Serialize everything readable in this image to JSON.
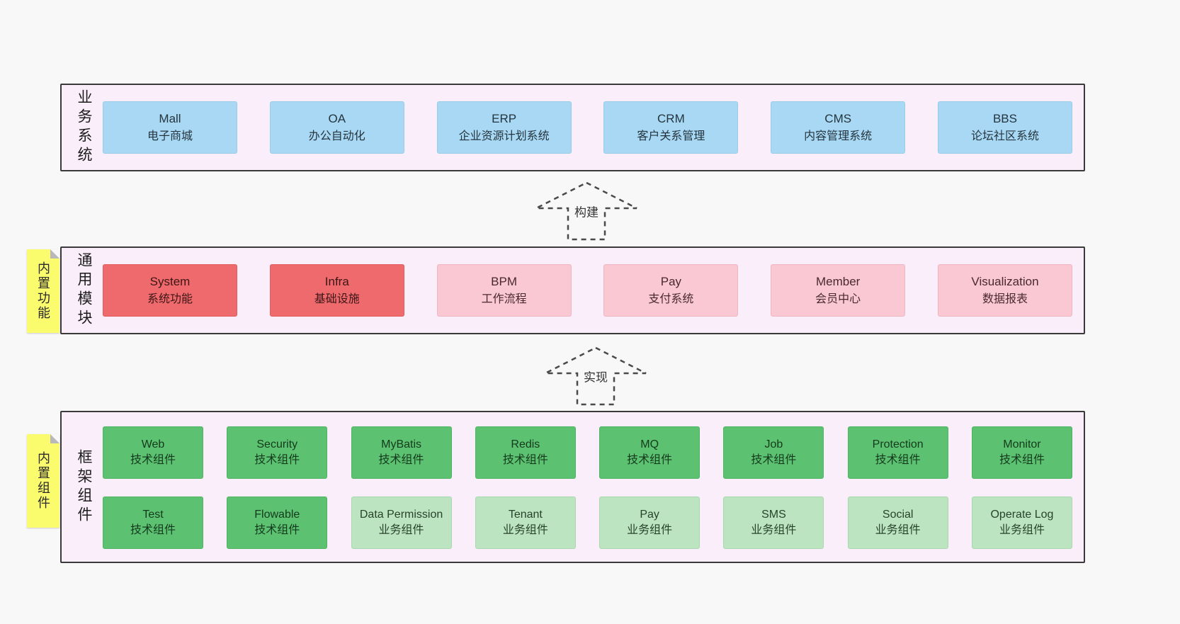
{
  "colors": {
    "page_bg": "#f8f8f8",
    "layer_bg": "#f9eef9",
    "layer_border": "#3a3a3a",
    "business_box": "#a8d8f3",
    "core_box": "#ef6a6c",
    "module_box": "#f9c8d2",
    "tech_box": "#5cc170",
    "biz_component_box": "#bce4c0",
    "sticky_note": "#fbfb6e"
  },
  "arrows": {
    "build": "构建",
    "implement": "实现"
  },
  "layers": {
    "business": {
      "label": "业务系统",
      "boxes": [
        {
          "name": "Mall",
          "desc": "电子商城"
        },
        {
          "name": "OA",
          "desc": "办公自动化"
        },
        {
          "name": "ERP",
          "desc": "企业资源计划系统"
        },
        {
          "name": "CRM",
          "desc": "客户关系管理"
        },
        {
          "name": "CMS",
          "desc": "内容管理系统"
        },
        {
          "name": "BBS",
          "desc": "论坛社区系统"
        }
      ]
    },
    "common": {
      "label": "通用模块",
      "sticky": "内置功能",
      "boxes": [
        {
          "name": "System",
          "desc": "系统功能"
        },
        {
          "name": "Infra",
          "desc": "基础设施"
        },
        {
          "name": "BPM",
          "desc": "工作流程"
        },
        {
          "name": "Pay",
          "desc": "支付系统"
        },
        {
          "name": "Member",
          "desc": "会员中心"
        },
        {
          "name": "Visualization",
          "desc": "数据报表"
        }
      ]
    },
    "framework": {
      "label": "框架组件",
      "sticky": "内置组件",
      "row1": [
        {
          "name": "Web",
          "desc": "技术组件"
        },
        {
          "name": "Security",
          "desc": "技术组件"
        },
        {
          "name": "MyBatis",
          "desc": "技术组件"
        },
        {
          "name": "Redis",
          "desc": "技术组件"
        },
        {
          "name": "MQ",
          "desc": "技术组件"
        },
        {
          "name": "Job",
          "desc": "技术组件"
        },
        {
          "name": "Protection",
          "desc": "技术组件"
        },
        {
          "name": "Monitor",
          "desc": "技术组件"
        }
      ],
      "row2": [
        {
          "name": "Test",
          "desc": "技术组件"
        },
        {
          "name": "Flowable",
          "desc": "技术组件"
        },
        {
          "name": "Data Permission",
          "desc": "业务组件"
        },
        {
          "name": "Tenant",
          "desc": "业务组件"
        },
        {
          "name": "Pay",
          "desc": "业务组件"
        },
        {
          "name": "SMS",
          "desc": "业务组件"
        },
        {
          "name": "Social",
          "desc": "业务组件"
        },
        {
          "name": "Operate Log",
          "desc": "业务组件"
        }
      ]
    }
  }
}
